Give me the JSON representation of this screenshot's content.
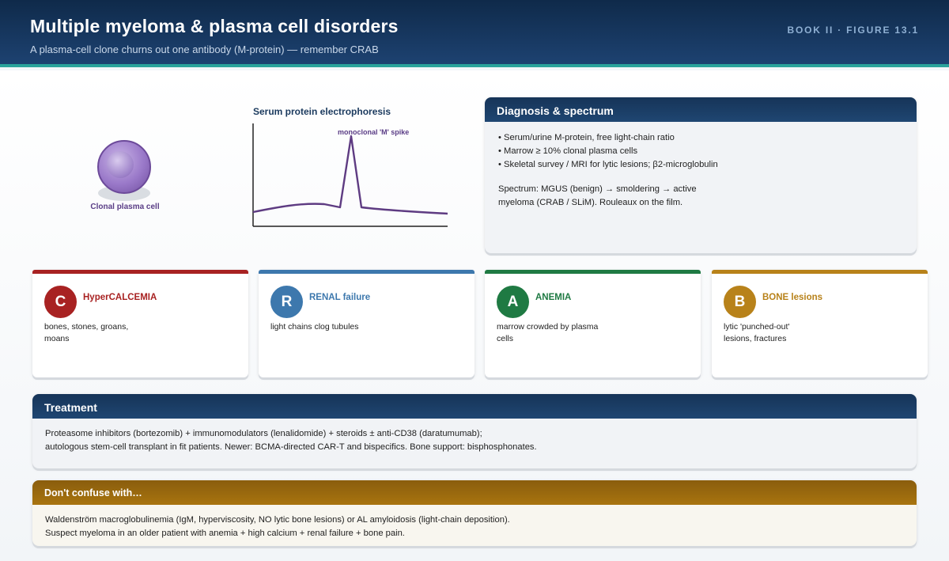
{
  "header": {
    "title": "Multiple myeloma & plasma cell disorders",
    "subtitle": "A plasma-cell clone churns out one antibody (M-protein) — remember CRAB",
    "tag": "BOOK II · FIGURE 13.1"
  },
  "cell": {
    "label": "Clonal plasma cell"
  },
  "electrophoresis": {
    "title": "Serum protein electrophoresis",
    "spike_label": "monoclonal 'M' spike"
  },
  "diagnosis": {
    "title": "Diagnosis & spectrum",
    "items": [
      "Serum/urine M-protein, free light-chain ratio",
      "Marrow ≥ 10% clonal plasma cells",
      "Skeletal survey / MRI for lytic lesions; β2-microglobulin"
    ],
    "spectrum": "Spectrum: MGUS (benign) → smoldering → active myeloma (CRAB / SLiM). Rouleaux on the film."
  },
  "crab": [
    {
      "letter": "C",
      "title": "HyperCALCEMIA",
      "text": "bones, stones, groans, moans",
      "color": "#a82222"
    },
    {
      "letter": "R",
      "title": "RENAL failure",
      "text": "light chains clog tubules",
      "color": "#3d78ad"
    },
    {
      "letter": "A",
      "title": "ANEMIA",
      "text": "marrow crowded by plasma cells",
      "color": "#1f7a43"
    },
    {
      "letter": "B",
      "title": "BONE lesions",
      "text": "lytic 'punched-out' lesions, fractures",
      "color": "#b8821a"
    }
  ],
  "treatment": {
    "title": "Treatment",
    "line1": "Proteasome inhibitors (bortezomib) + immunomodulators (lenalidomide) + steroids ± anti-CD38 (daratumumab);",
    "line2": "autologous stem-cell transplant in fit patients. Newer: BCMA-directed CAR-T and bispecifics. Bone support: bisphosphonates."
  },
  "confuse": {
    "title": "Don't confuse with…",
    "line1": "Waldenström macroglobulinemia (IgM, hyperviscosity, NO lytic bone lesions) or AL amyloidosis (light-chain deposition).",
    "line2": "Suspect myeloma in an older patient with anemia + high calcium + renal failure + bone pain."
  }
}
